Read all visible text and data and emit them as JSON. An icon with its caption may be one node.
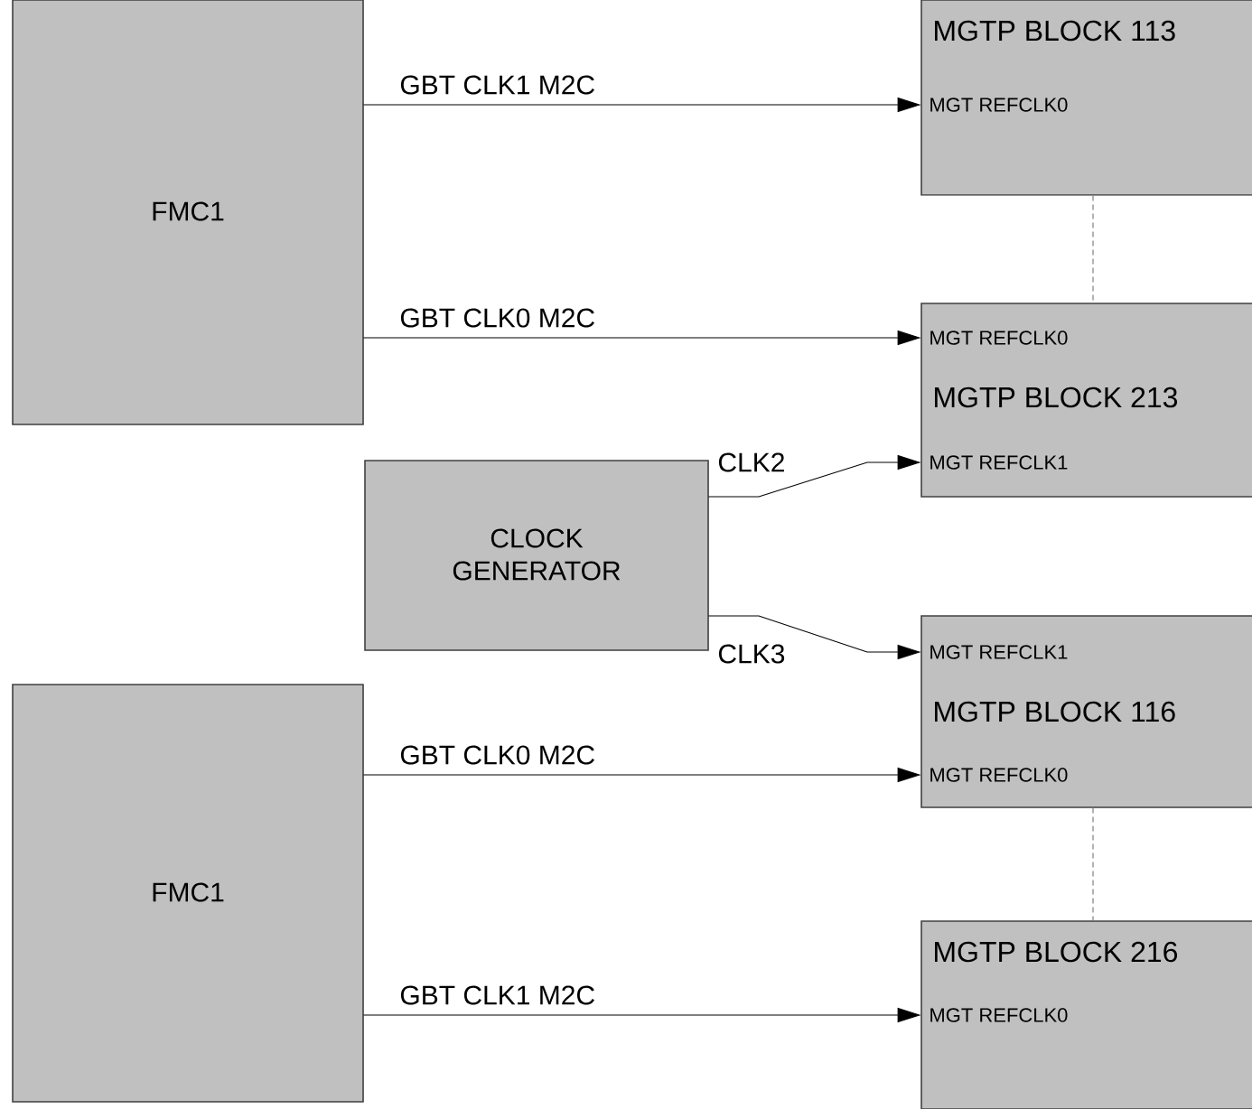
{
  "diagram": {
    "nodes": [
      {
        "text": [
          "FMC1"
        ]
      },
      {
        "text": [
          "MGTP BLOCK 113",
          "MGT REFCLK0"
        ]
      },
      {
        "text": [
          "MGT REFCLK0",
          "MGTP BLOCK 213",
          "MGT REFCLK1"
        ]
      },
      {
        "text": [
          "CLOCK GENERATOR"
        ]
      },
      {
        "text": [
          "MGT REFCLK1",
          "MGTP BLOCK 116",
          "MGT REFCLK0"
        ]
      },
      {
        "text": [
          "FMC1"
        ]
      },
      {
        "text": [
          "MGTP BLOCK 216",
          "MGT REFCLK0"
        ]
      }
    ],
    "edges": [
      {
        "from": 0,
        "to": 1,
        "arrow": "to",
        "label": "GBT CLK1 M2C"
      },
      {
        "from": 0,
        "to": 2,
        "arrow": "to",
        "label": "GBT CLK0 M2C"
      },
      {
        "from": 3,
        "to": 2,
        "arrow": "to",
        "label": "CLK2"
      },
      {
        "from": 3,
        "to": 4,
        "arrow": "to",
        "label": "CLK3"
      },
      {
        "from": 5,
        "to": 4,
        "arrow": "to",
        "label": "GBT CLK0 M2C"
      },
      {
        "from": 5,
        "to": 6,
        "arrow": "to",
        "label": "GBT CLK1 M2C"
      },
      {
        "from": 1,
        "to": 2,
        "arrow": "none",
        "style": "dashed",
        "color": "#808080"
      },
      {
        "from": 4,
        "to": 6,
        "arrow": "none",
        "style": "dashed",
        "color": "#808080"
      }
    ]
  }
}
